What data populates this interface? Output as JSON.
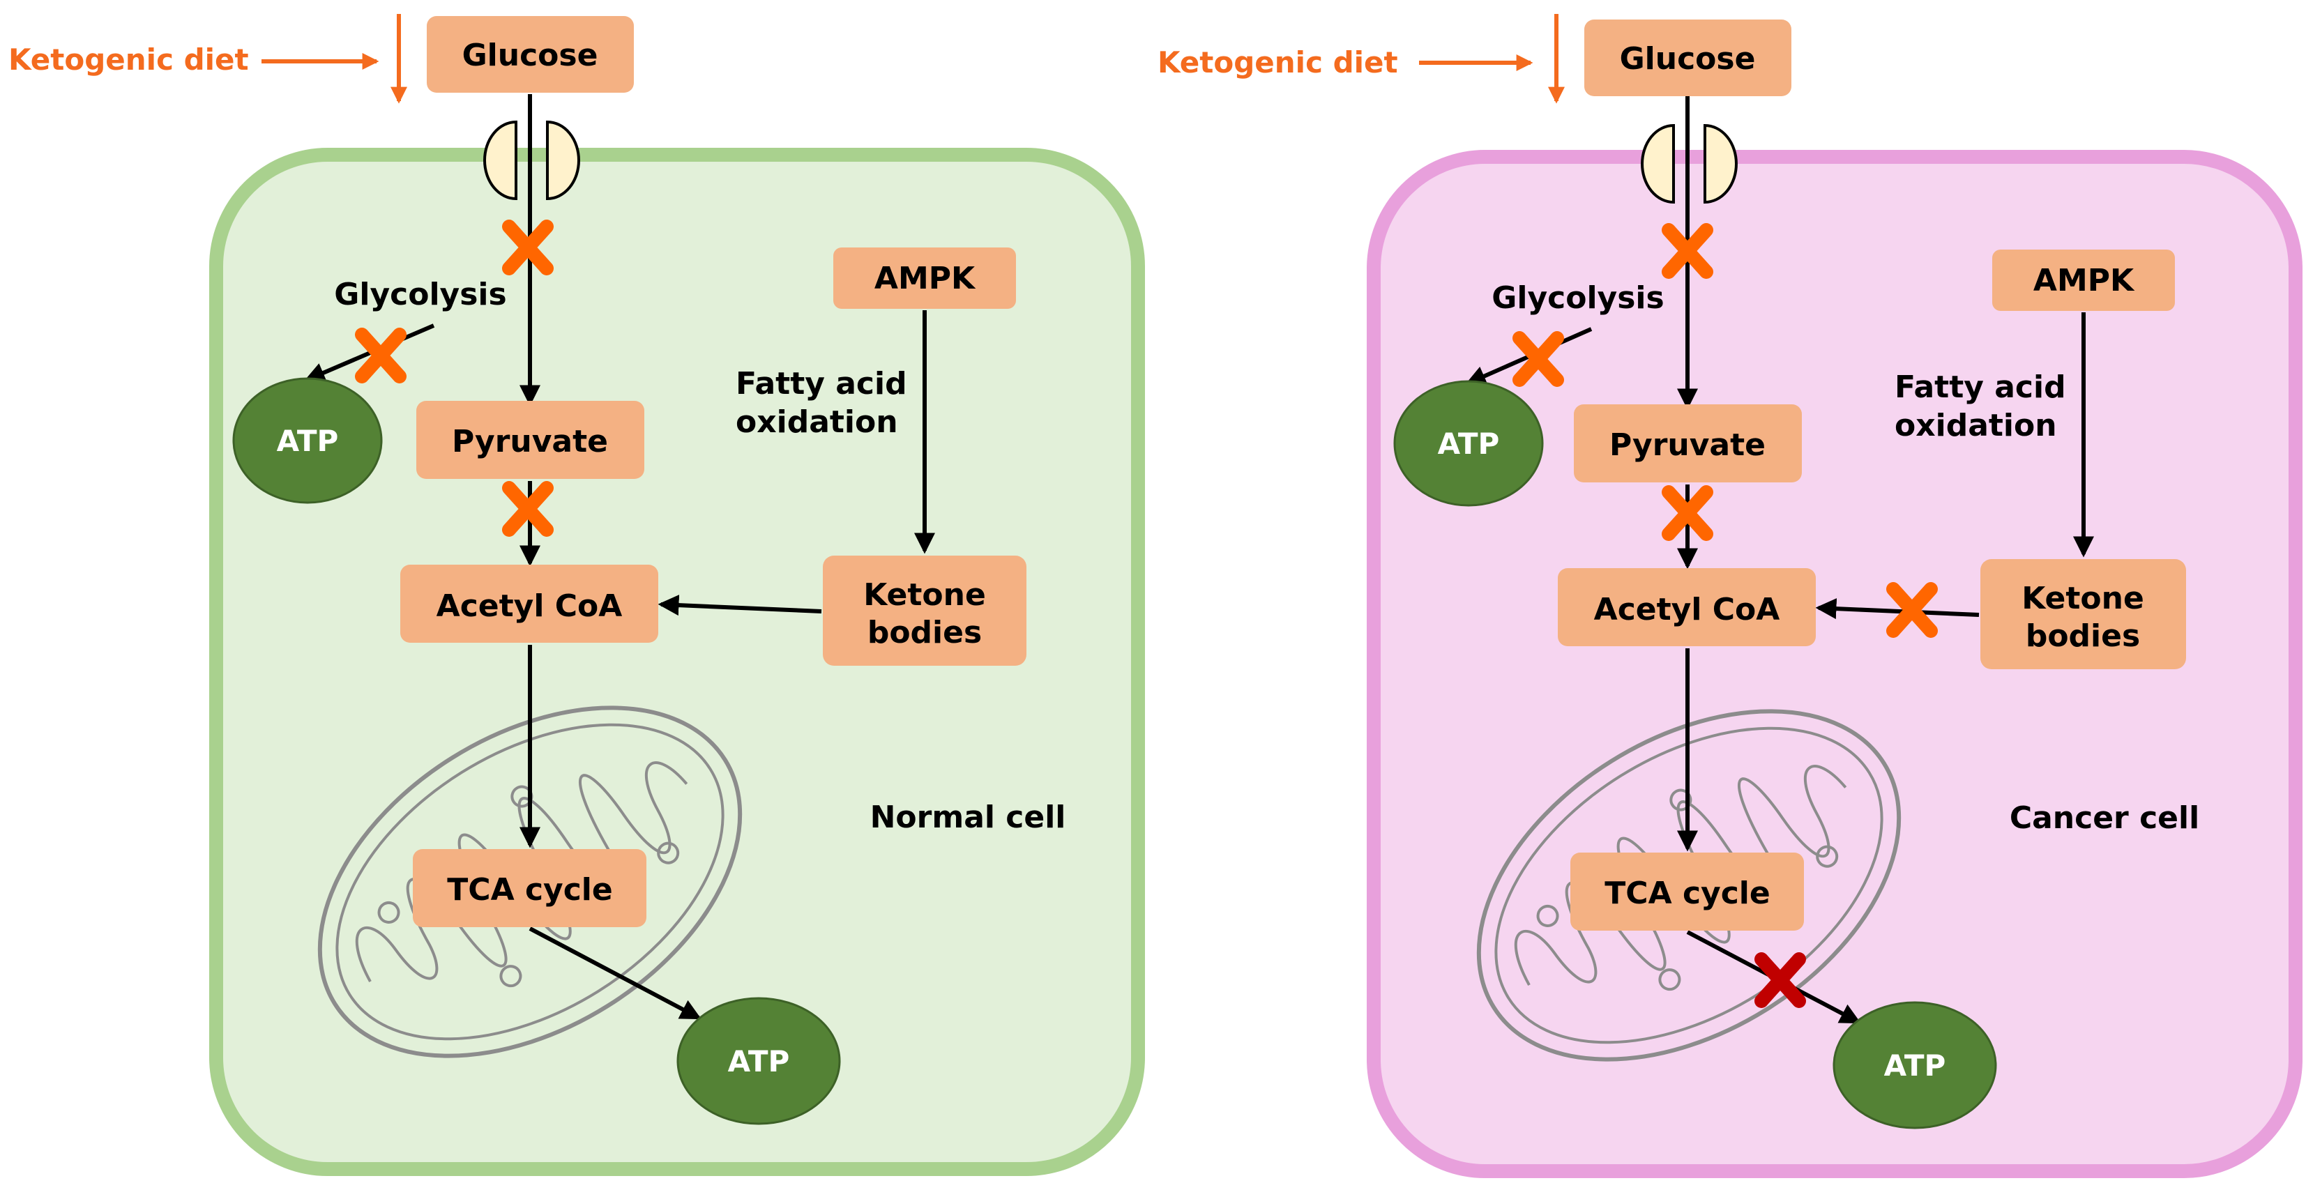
{
  "labels": {
    "ketogenic_diet": "Ketogenic diet",
    "glucose": "Glucose",
    "glycolysis": "Glycolysis",
    "atp": "ATP",
    "pyruvate": "Pyruvate",
    "acetyl_coa": "Acetyl CoA",
    "ampk": "AMPK",
    "fatty_acid_line1": "Fatty acid",
    "fatty_acid_line2": "oxidation",
    "ketone_line1": "Ketone",
    "ketone_line2": "bodies",
    "tca_cycle": "TCA cycle"
  },
  "panels": [
    {
      "id": "normal",
      "cell_label": "Normal cell"
    },
    {
      "id": "cancer",
      "cell_label": "Cancer cell"
    }
  ],
  "colors": {
    "box": "#f4b183",
    "inhibit_orange": "#ff6600",
    "inhibit_red": "#c00000",
    "atp": "#548235",
    "normal_fill": "#e2f0d9",
    "normal_border": "#a9d18e",
    "cancer_fill": "#f6d5f0",
    "cancer_border": "#e8a0dc",
    "transporter": "#fff2cc",
    "mito": "#8c8c8c",
    "diet": "#f46b1e"
  }
}
